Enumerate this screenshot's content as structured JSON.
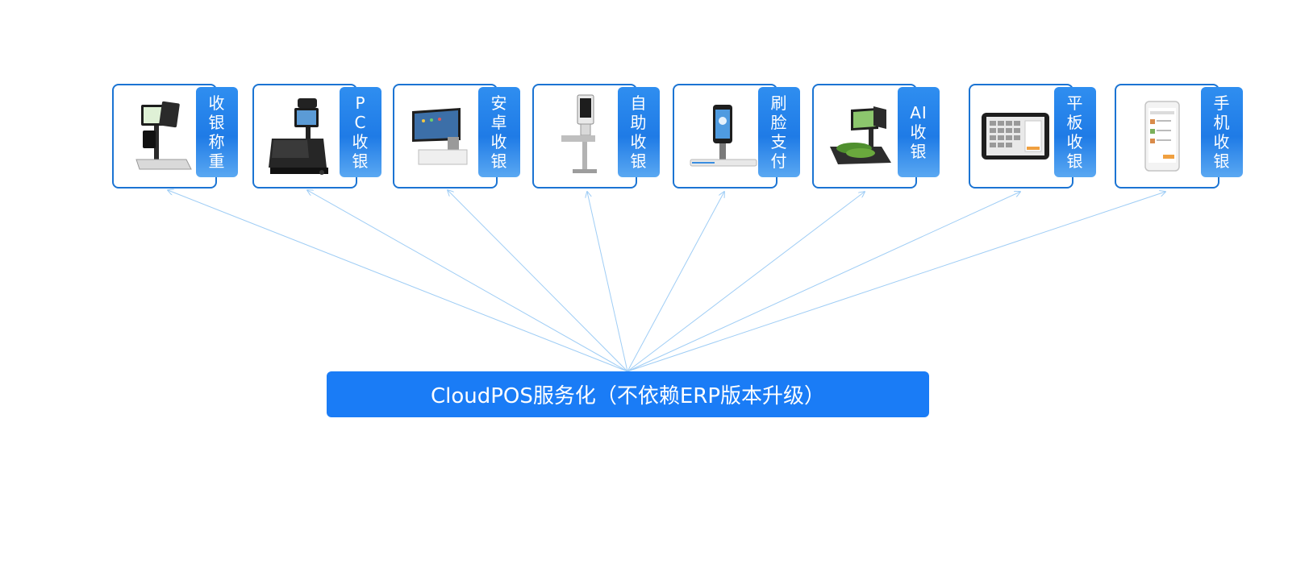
{
  "diagram": {
    "devices": [
      {
        "label": "收银称重",
        "icon": "scale-pos-icon"
      },
      {
        "label": "PC收银",
        "icon": "pc-cash-register-icon"
      },
      {
        "label": "安卓收银",
        "icon": "android-pos-icon"
      },
      {
        "label": "自助收银",
        "icon": "self-checkout-kiosk-icon"
      },
      {
        "label": "刷脸支付",
        "icon": "face-pay-device-icon"
      },
      {
        "label": "AI收银",
        "icon": "ai-scale-pos-icon"
      },
      {
        "label": "平板收银",
        "icon": "tablet-pos-icon"
      },
      {
        "label": "手机收银",
        "icon": "mobile-pos-icon"
      }
    ],
    "hub_label": "CloudPOS服务化（不依赖ERP版本升级）",
    "colors": {
      "card_border": "#1b74d3",
      "tab_fill": "#2f8ef0",
      "banner_fill": "#1a7cf6",
      "connector": "#9fcdf5"
    }
  }
}
